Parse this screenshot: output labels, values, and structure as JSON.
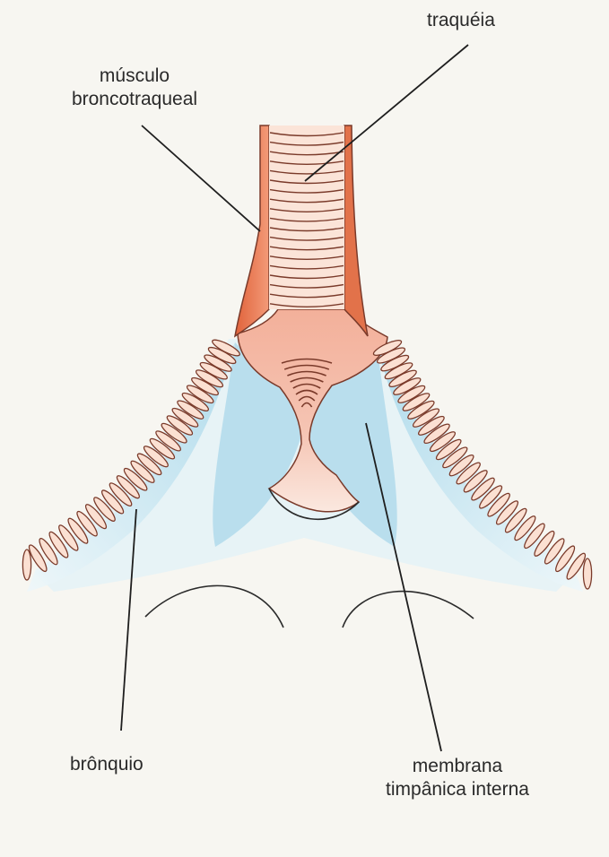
{
  "labels": {
    "trachea": "traquéia",
    "muscle_line1": "músculo",
    "muscle_line2": "broncotraqueal",
    "bronchus": "brônquio",
    "membrane_line1": "membrana",
    "membrane_line2": "timpânica interna"
  },
  "colors": {
    "background": "#f7f6f1",
    "ring_fill": "#fbe0d2",
    "ring_stroke": "#7a3a2a",
    "muscle": "#d5502f",
    "chamber": "#f2b4a0",
    "membrane_blue": "#bfe2ee",
    "leader_line": "#1e1e1e"
  }
}
